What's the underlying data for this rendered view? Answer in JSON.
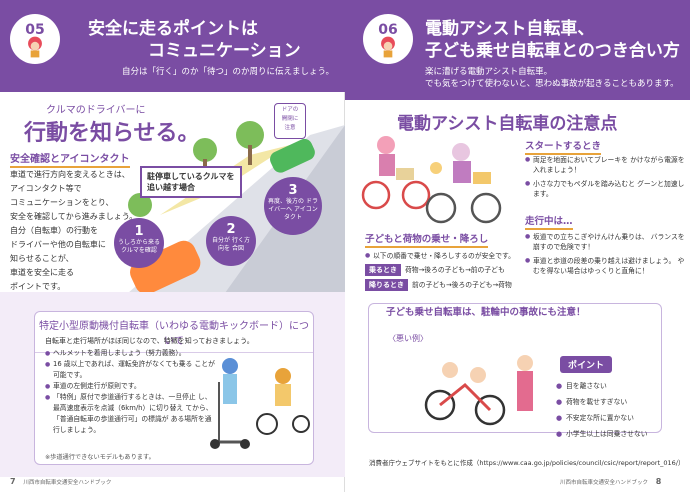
{
  "left": {
    "number": "05",
    "title_line1": "安全に走るポイントは",
    "title_line2": "コミュニケーション",
    "subtitle": "自分は「行く」のか「待つ」のか周りに伝えましょう。",
    "headline_small": "クルマのドライバーに",
    "headline_big": "行動を知らせる。",
    "section_title": "安全確認とアイコンタクト",
    "body_lines": [
      "車道で進行方向を変えるときは、",
      "アイコンタクト等で",
      "コミュニケーションをとり、",
      "安全を確認してから進みましょう。",
      "自分（自転車）の行動を",
      "ドライバーや他の自転車に",
      "知らせることが、",
      "車道を安全に走る",
      "ポイントです。"
    ],
    "callout_line1": "駐停車しているクルマを",
    "callout_line2": "追い越す場合",
    "door_note": [
      "ドアの",
      "開閉に",
      "注意"
    ],
    "steps": [
      {
        "n": "1",
        "text": "うしろから来る クルマを確認"
      },
      {
        "n": "2",
        "text": "自分が 行く方向を 合図"
      },
      {
        "n": "3",
        "text": "再度、後方の ドライバーへ アイコンタクト"
      }
    ],
    "kickboard": {
      "title": "特定小型原動機付自転車（いわゆる電動キックボード）について",
      "intro": "自転車と走行場所がほぼ同じなので、特徴を知っておきましょう。",
      "items": [
        "ヘルメットを着用しましょう（努力義務）。",
        "16 歳以上であれば、運転免許がなくても乗る ことが可能です。",
        "車道の左側走行が原則です。",
        "「特例」原付で歩道通行するときは、一旦停止 し、最高速度表示を点滅（6km/h）に切り替え てから、「普通自転車の歩道通行可」の標識が ある場所を通行しましょう。"
      ],
      "note": "※歩道通行できないモデルもあります。"
    },
    "page_number": "7",
    "footer_text": "川西市自転車交通安全ハンドブック"
  },
  "right": {
    "number": "06",
    "title_line1": "電動アシスト自転車、",
    "title_line2": "子ども乗せ自転車とのつき合い方",
    "subtitle_line1": "楽に漕げる電動アシスト自転車。",
    "subtitle_line2": "でも気をつけて使わないと、思わぬ事故が起きることもあります。",
    "big_title": "電動アシスト自転車の注意点",
    "start": {
      "title": "スタートするとき",
      "items": [
        "両足を地面においてブレーキを かけながら電源を入れましょう！",
        "小さな力でもペダルを踏み込むと グーンと加速します。"
      ]
    },
    "riding": {
      "title": "走行中は…",
      "items": [
        "坂道での立ちこぎやけんけん乗りは、 バランスを崩すので危険です！",
        "車道と歩道の段差の乗り越えは避けましょう。 やむを得ない場合はゆっくりと直角に！"
      ]
    },
    "loading": {
      "title": "子どもと荷物の乗せ・降ろし",
      "intro": "以下の順番で乗せ・降ろしするのが安全です。",
      "on_tag": "乗るとき",
      "on_text": "荷物→後ろの子ども→前の子ども",
      "off_tag": "降りるとき",
      "off_text": "前の子ども→後ろの子ども→荷物"
    },
    "parked": {
      "title": "子ども乗せ自転車は、駐輪中の事故にも注意！",
      "bad_example": "〈悪い例〉",
      "point_label": "ポイント",
      "points": [
        "目を離さない",
        "荷物を載せすぎない",
        "不安定な所に置かない",
        "小学生以上は同乗させない"
      ]
    },
    "source": "消費者庁ウェブサイトをもとに作成（https://www.caa.go.jp/policies/council/csic/report/report_016/）",
    "page_number": "8",
    "footer_text": "川西市自転車交通安全ハンドブック"
  }
}
